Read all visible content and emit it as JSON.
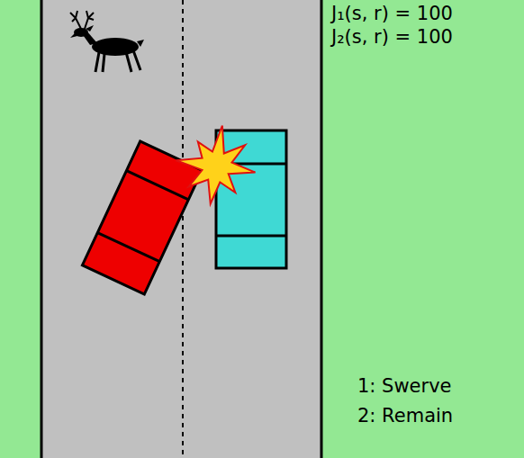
{
  "diagram": {
    "labels": [
      "J₁(s, r) = 100",
      "J₂(s, r) = 100",
      "1: Swerve",
      "2: Remain"
    ]
  }
}
